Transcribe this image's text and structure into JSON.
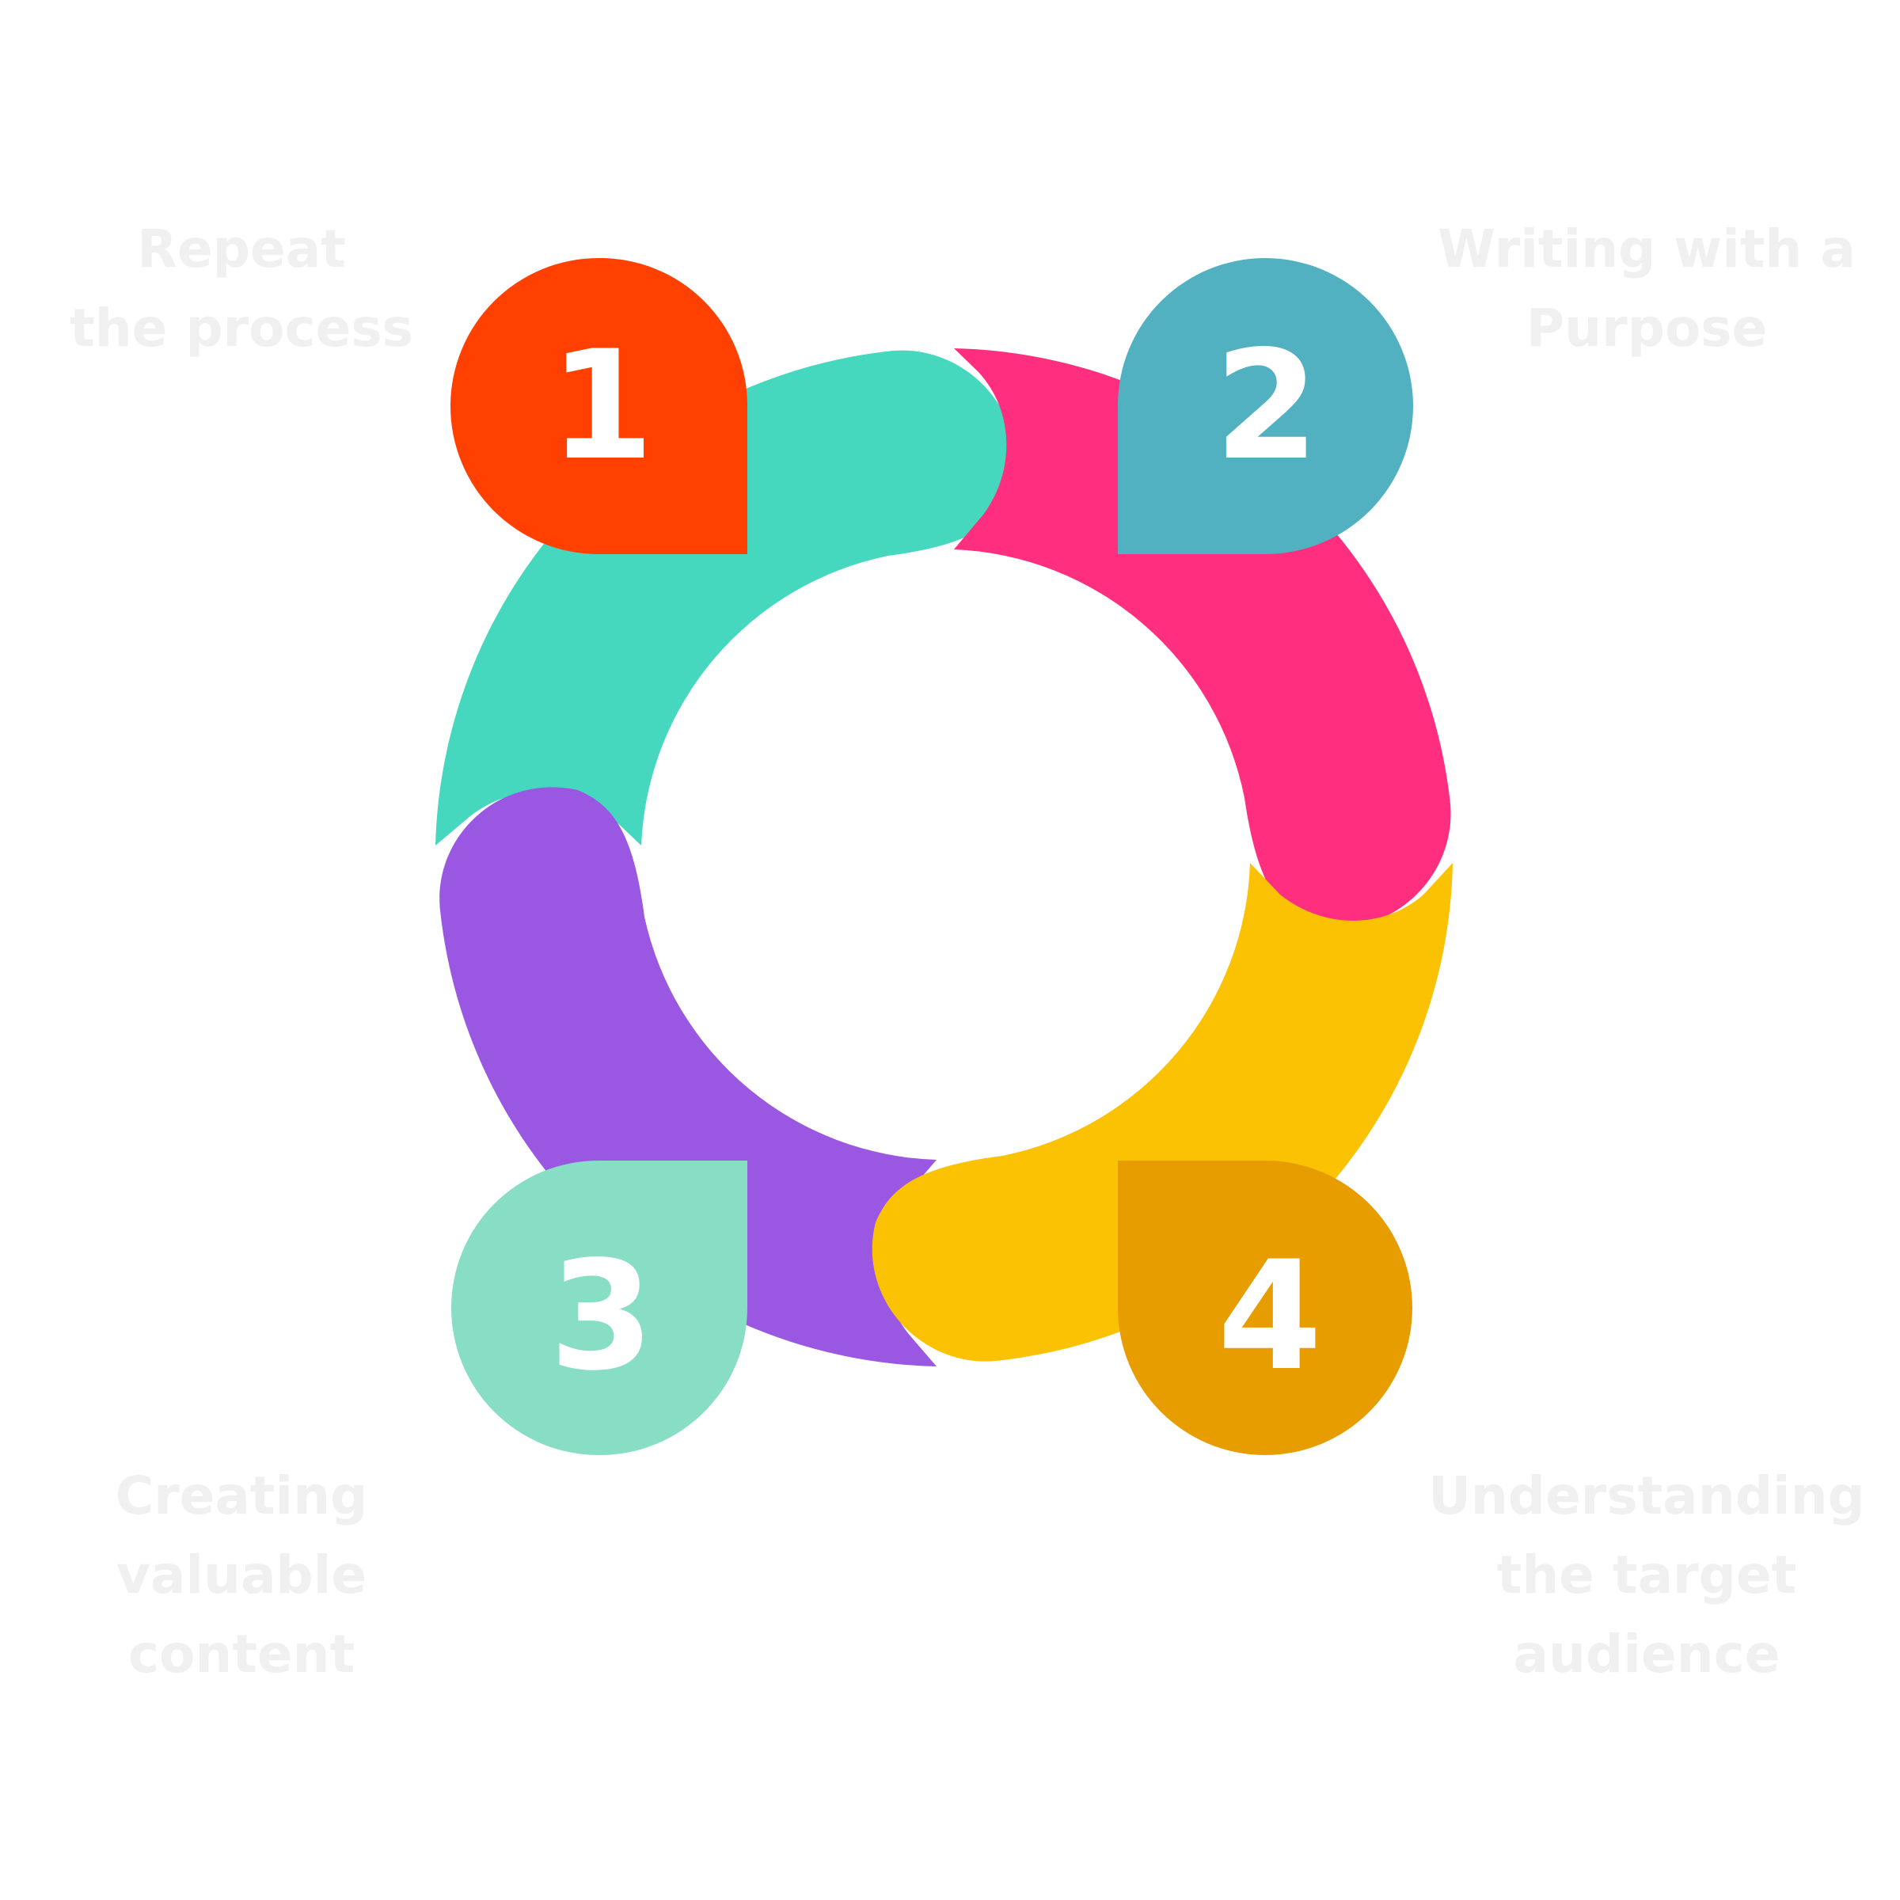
{
  "steps": [
    {
      "number": "1",
      "label": "Repeat\nthe process",
      "segment_color": "#45D8BE",
      "badge_color": "#FF4000"
    },
    {
      "number": "2",
      "label": "Writing with a\nPurpose",
      "segment_color": "#FF2E7E",
      "badge_color": "#52B1C1"
    },
    {
      "number": "3",
      "label": "Creating\nvaluable\ncontent",
      "segment_color": "#9A57E1",
      "badge_color": "#88DDC5"
    },
    {
      "number": "4",
      "label": "Understanding\nthe target\naudience",
      "segment_color": "#FBC204",
      "badge_color": "#E79C00"
    }
  ],
  "colors": {
    "label_text": "#F0F0F0",
    "badge_text": "#FFFFFF",
    "center_icon": "#FFFFFF"
  },
  "center_icon": "hand-writing-icon"
}
